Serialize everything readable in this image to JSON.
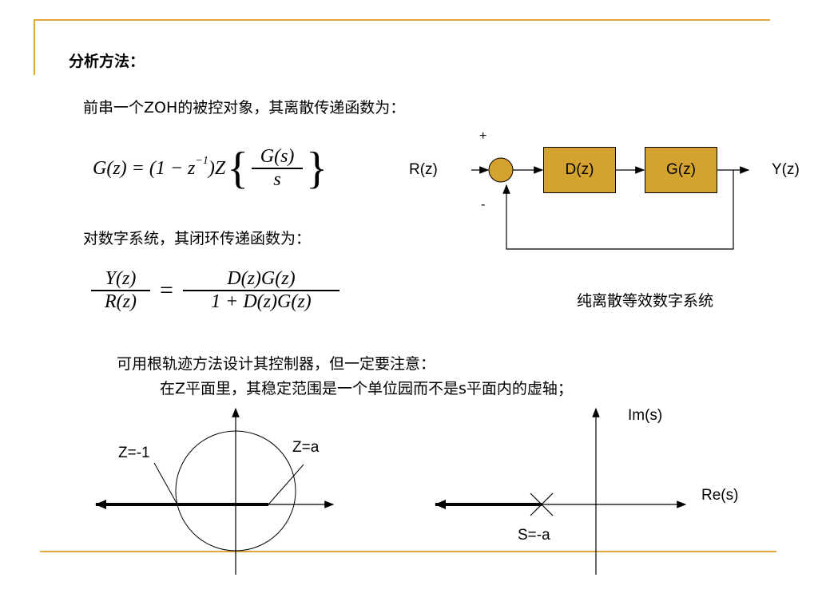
{
  "colors": {
    "accent": "#d4a22e",
    "rule": "#e0a83a"
  },
  "heading": "分析方法：",
  "line1": "前串一个ZOH的被控对象，其离散传递函数为：",
  "eq1": {
    "lhs": "G(z) = (1 − z",
    "exp": "−1",
    "rhs": ")Z",
    "num": "G(s)",
    "den": "s"
  },
  "line2": "对数字系统，其闭环传递函数为：",
  "eq2": {
    "lhs_num": "Y(z)",
    "lhs_den": "R(z)",
    "eq": "=",
    "rhs_num": "D(z)G(z)",
    "rhs_den": "1 + D(z)G(z)"
  },
  "block_diagram": {
    "input": "R(z)",
    "output": "Y(z)",
    "plus": "+",
    "minus": "-",
    "block1": "D(z)",
    "block2": "G(z)",
    "caption": "纯离散等效数字系统"
  },
  "note1": "可用根轨迹方法设计其控制器，但一定要注意：",
  "note2": "在Z平面里，其稳定范围是一个单位园而不是s平面内的虚轴；",
  "z_plane": {
    "label_left": "Z=-1",
    "label_right": "Z=a"
  },
  "s_plane": {
    "imag": "Im(s)",
    "real": "Re(s)",
    "pole": "S=-a"
  }
}
